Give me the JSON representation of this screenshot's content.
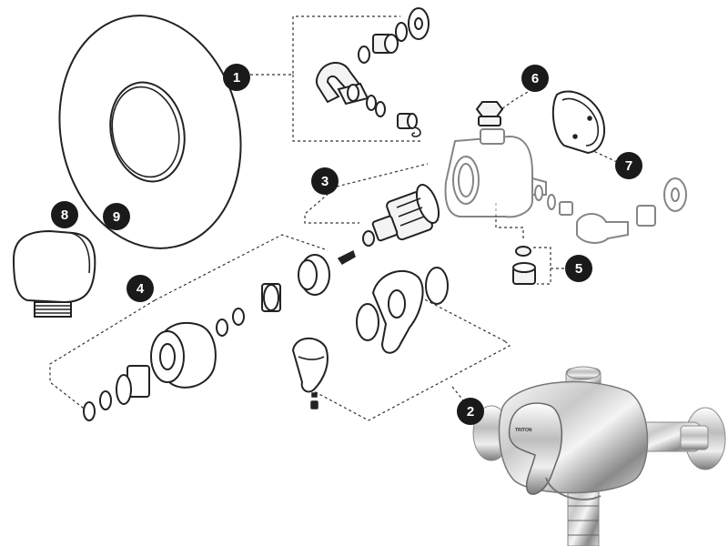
{
  "callouts": [
    {
      "label": "1"
    },
    {
      "label": "2"
    },
    {
      "label": "3"
    },
    {
      "label": "4"
    },
    {
      "label": "5"
    },
    {
      "label": "6"
    },
    {
      "label": "7"
    },
    {
      "label": "8"
    },
    {
      "label": "9"
    }
  ],
  "product": {
    "brand": "TRITON"
  },
  "colors": {
    "line": "#222222",
    "badge": "#1a1a1a",
    "badge_text": "#ffffff",
    "chrome_light": "#f2f2f2",
    "chrome_dark": "#7a7a7a"
  }
}
